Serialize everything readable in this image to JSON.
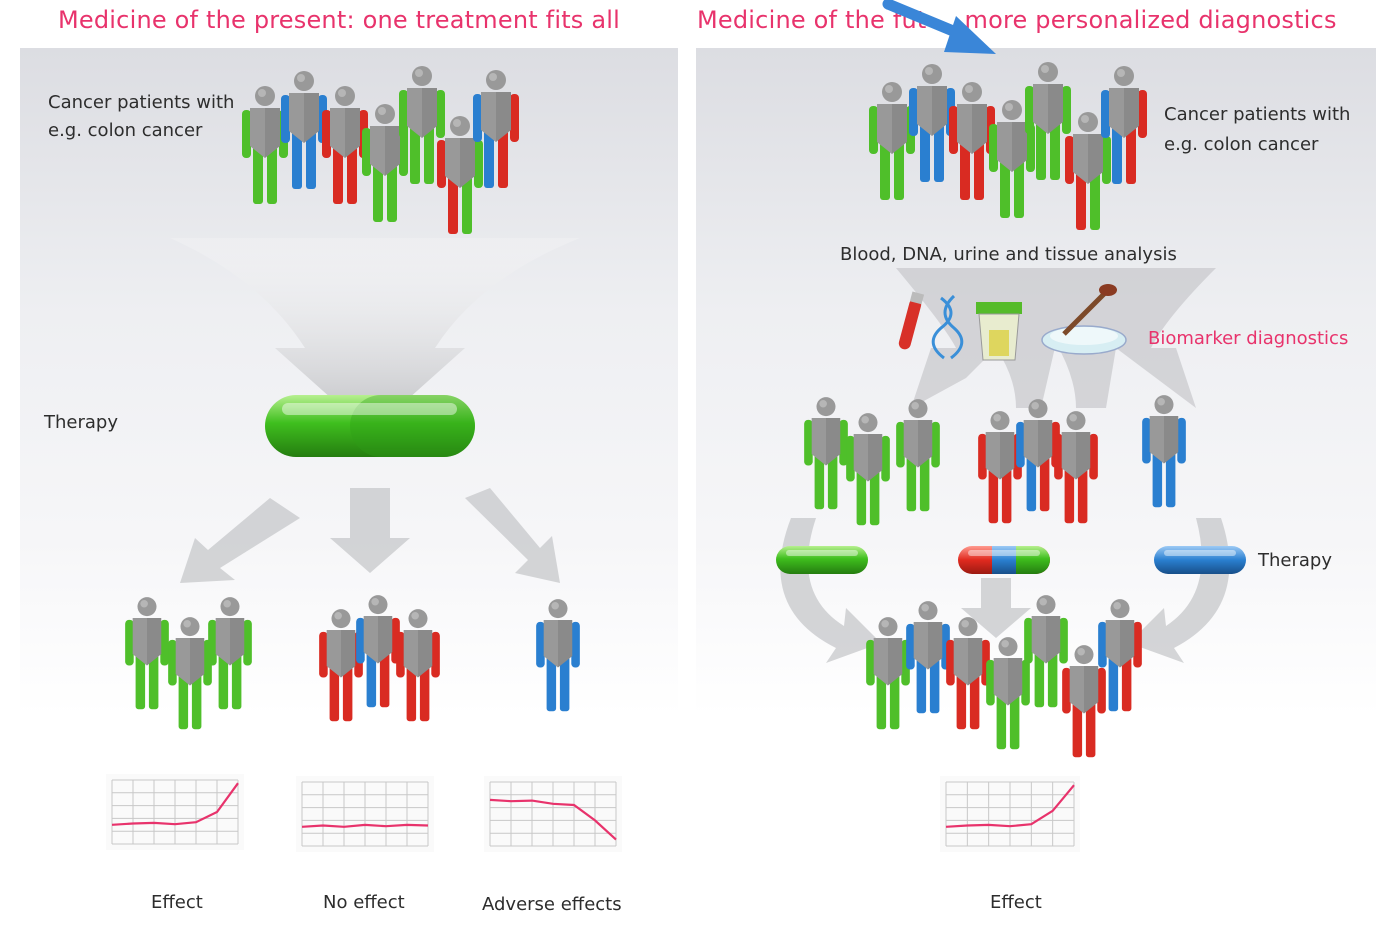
{
  "left": {
    "title": "Medicine of the present: one treatment fits all",
    "patients_label_1": "Cancer patients with",
    "patients_label_2": "e.g. colon cancer",
    "therapy_label": "Therapy",
    "outcomes": [
      "Effect",
      "No effect",
      "Adverse effects"
    ]
  },
  "right": {
    "title_part1": "Medicine of the fut",
    "title_part2": "more personalized diagnostics",
    "patients_label_1": "Cancer patients with",
    "patients_label_2": "e.g. colon cancer",
    "analysis_label": "Blood, DNA, urine and tissue analysis",
    "biomarker_label": "Biomarker diagnostics",
    "therapy_label": "Therapy",
    "outcome": "Effect"
  },
  "colors": {
    "title": "#e8336c",
    "green": "#4fbf2a",
    "blue": "#2a7fd0",
    "red": "#d92b22",
    "gray_body": "#8a8a8a",
    "chart_line": "#e8336c",
    "cursor_arrow": "#3a86d8"
  },
  "figures": {
    "left_top": [
      "green",
      "blue",
      "red",
      "green",
      "green",
      "red-green",
      "blue-red"
    ],
    "left_effect": [
      "green",
      "green",
      "green"
    ],
    "left_no_effect": [
      "red",
      "blue-red",
      "red"
    ],
    "left_adverse": [
      "blue"
    ],
    "right_top": [
      "green",
      "blue",
      "red",
      "green",
      "green",
      "red-green",
      "blue-red"
    ],
    "right_group_green": [
      "green",
      "green",
      "green"
    ],
    "right_group_red": [
      "red",
      "blue-red",
      "red"
    ],
    "right_group_blue": [
      "blue"
    ],
    "right_bottom": [
      "green",
      "blue",
      "red",
      "green",
      "green",
      "red",
      "blue-red"
    ]
  },
  "charts": {
    "effect": {
      "type": "line",
      "trend": "rising",
      "y": [
        0.3,
        0.32,
        0.33,
        0.31,
        0.34,
        0.5,
        0.95
      ]
    },
    "no_effect": {
      "type": "line",
      "trend": "flat",
      "y": [
        0.3,
        0.32,
        0.3,
        0.33,
        0.31,
        0.33,
        0.32
      ]
    },
    "adverse": {
      "type": "line",
      "trend": "falling",
      "y": [
        0.72,
        0.7,
        0.71,
        0.66,
        0.64,
        0.4,
        0.1
      ]
    },
    "right_effect": {
      "type": "line",
      "trend": "rising",
      "y": [
        0.3,
        0.32,
        0.33,
        0.31,
        0.34,
        0.55,
        0.95
      ]
    }
  }
}
